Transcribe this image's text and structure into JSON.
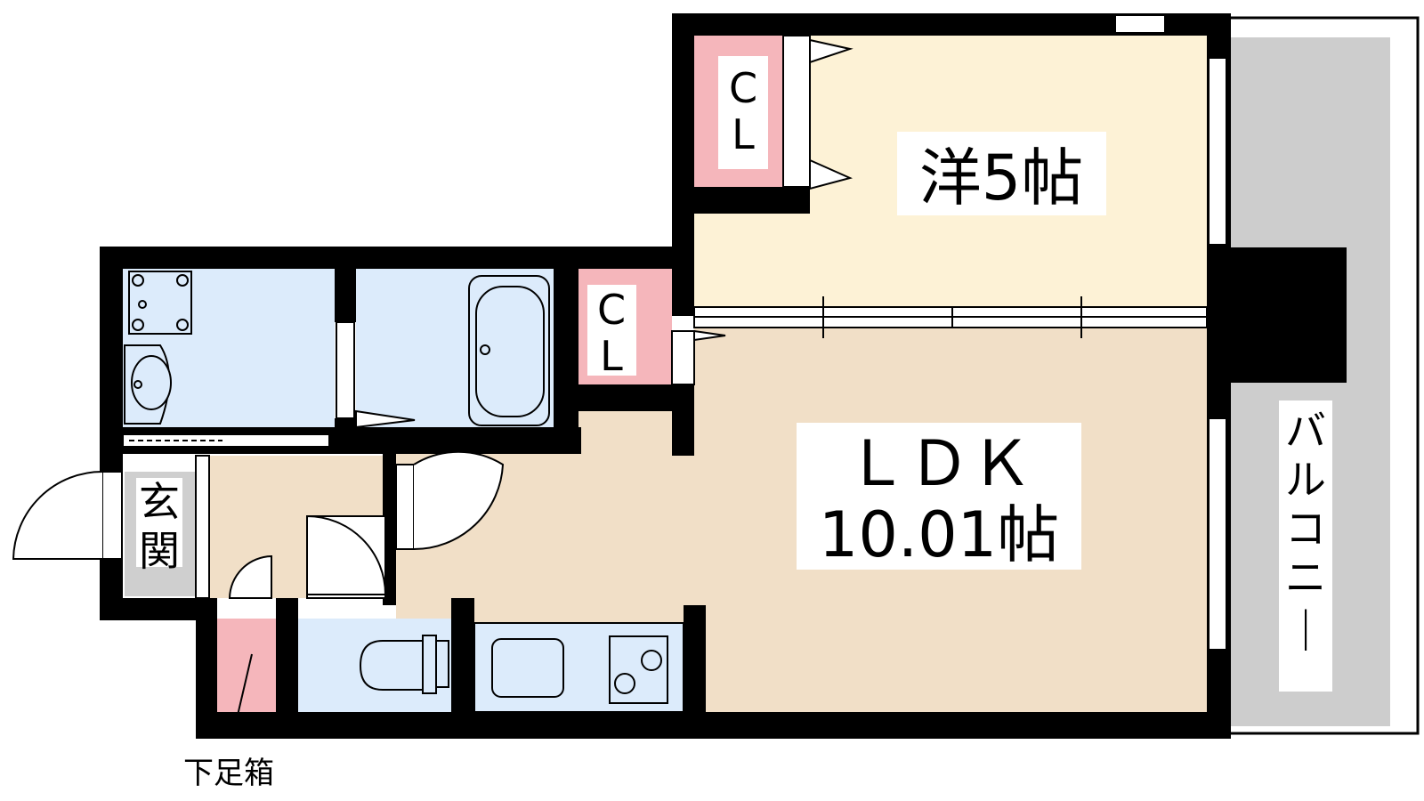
{
  "floor_plan": {
    "rooms": {
      "western_room": {
        "label": "洋5帖"
      },
      "ldk": {
        "name": "ＬＤＫ",
        "size": "10.01帖"
      },
      "balcony": {
        "label": "バルコニー"
      },
      "entrance": {
        "label": "玄関"
      },
      "closet_upper": {
        "label": "C\nL"
      },
      "closet_middle": {
        "label": "C\nL"
      },
      "shoe_box": {
        "label": "下足箱"
      }
    },
    "colors": {
      "wall": "#000000",
      "western_room_floor": "#fdf2d6",
      "ldk_floor": "#f1dfc7",
      "wet_area": "#dcebfb",
      "closet": "#f5b6bb",
      "balcony": "#cdcdcd",
      "entrance_floor": "#cfcfcf",
      "label_background": "#ffffff"
    }
  }
}
